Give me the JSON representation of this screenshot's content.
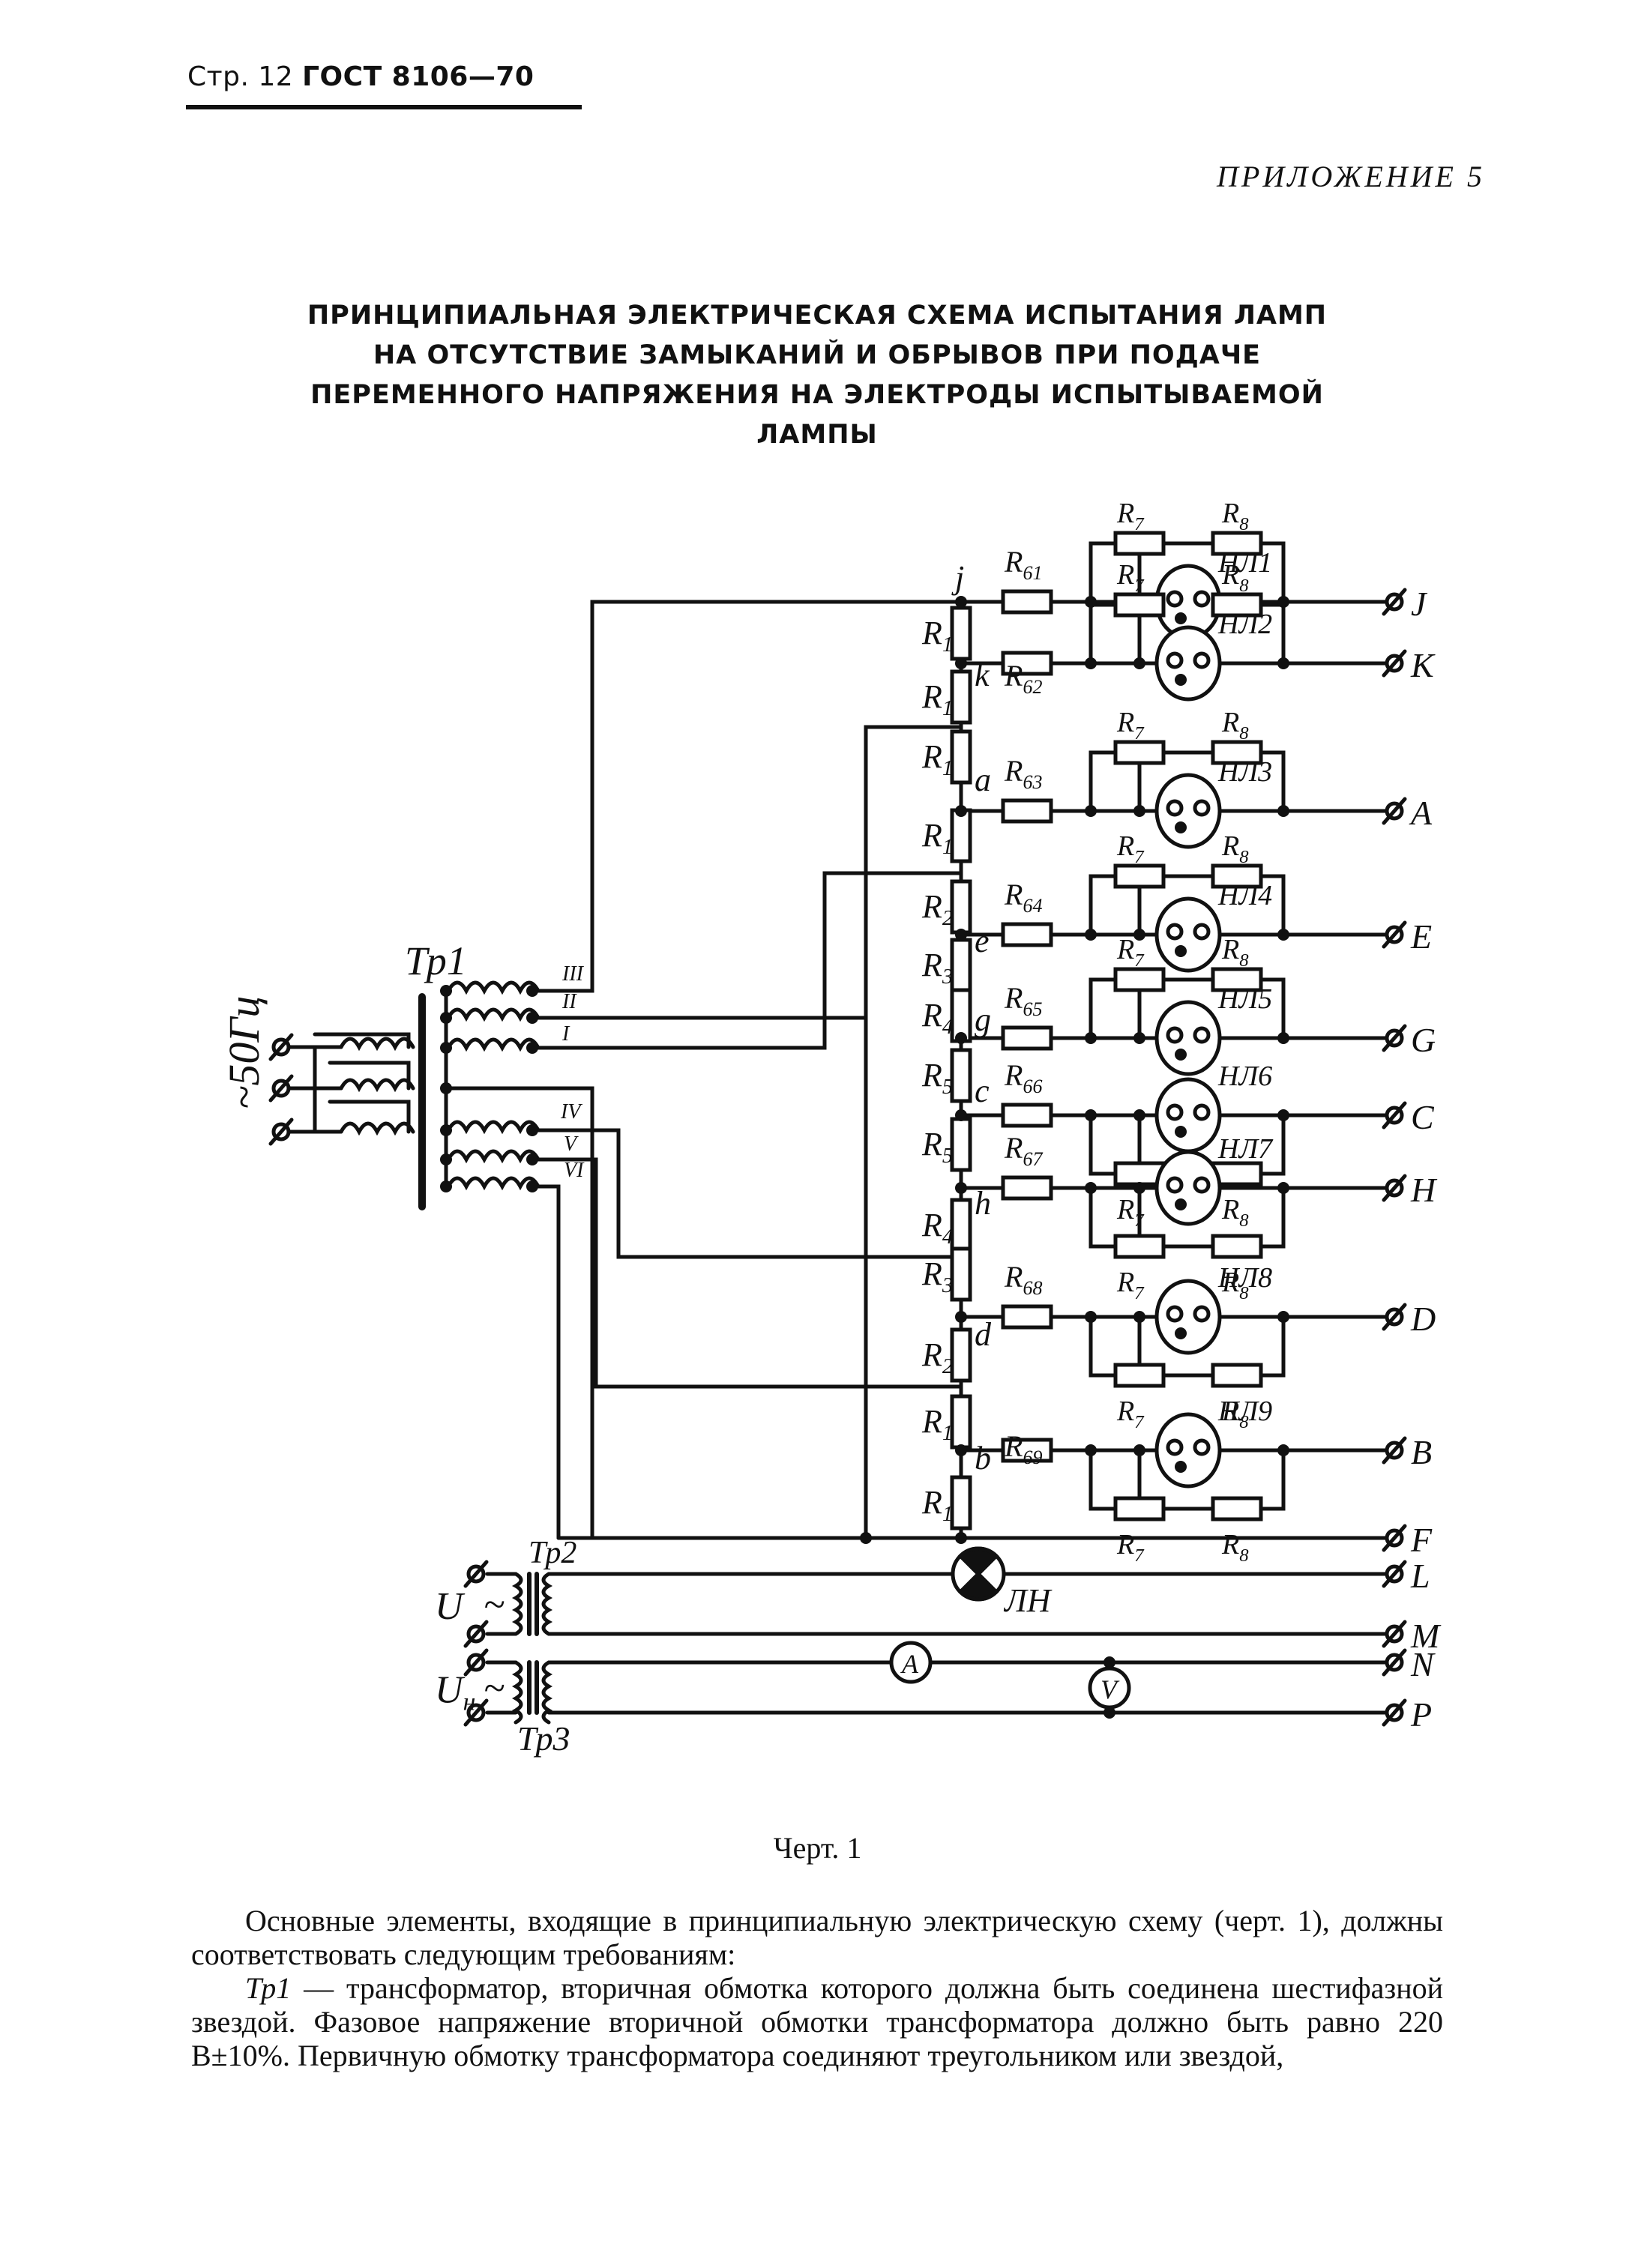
{
  "header": {
    "page_label": "Стр. 12",
    "standard": "ГОСТ 8106—70"
  },
  "appendix": "ПРИЛОЖЕНИЕ 5",
  "title_lines": [
    "ПРИНЦИПИАЛЬНАЯ ЭЛЕКТРИЧЕСКАЯ СХЕМА ИСПЫТАНИЯ ЛАМП",
    "НА ОТСУТСТВИЕ ЗАМЫКАНИЙ И ОБРЫВОВ ПРИ ПОДАЧЕ",
    "ПЕРЕМЕННОГО НАПРЯЖЕНИЯ НА ЭЛЕКТРОДЫ ИСПЫТЫВАЕМОЙ",
    "ЛАМПЫ"
  ],
  "diagram": {
    "supply_label": "~50Гц",
    "tr1": "Тр1",
    "tr2": "Тр2",
    "tr3": "Тр3",
    "u": "U",
    "un": "Uн",
    "tilde": "~",
    "windings": [
      "III",
      "II",
      "I",
      "IV",
      "V",
      "VI"
    ],
    "nodes": [
      "j",
      "k",
      "a",
      "e",
      "g",
      "c",
      "h",
      "d",
      "b"
    ],
    "divider": [
      "R1",
      "R1",
      "R1",
      "R1",
      "R2",
      "R3",
      "R4",
      "R5",
      "R5",
      "R4",
      "R3",
      "R2",
      "R1",
      "R1"
    ],
    "series_r": [
      "R61",
      "R62",
      "R63",
      "R64",
      "R65",
      "R66",
      "R67",
      "R68",
      "R69"
    ],
    "lamps": [
      "НЛ1",
      "НЛ2",
      "НЛ3",
      "НЛ4",
      "НЛ5",
      "НЛ6",
      "НЛ7",
      "НЛ8",
      "НЛ9"
    ],
    "r7": "R7",
    "r8": "R8",
    "terminals": [
      "J",
      "K",
      "A",
      "E",
      "G",
      "C",
      "H",
      "D",
      "B",
      "F",
      "L",
      "M",
      "N",
      "P"
    ],
    "indicator_lamp": "ЛН",
    "ammeter": "A",
    "voltmeter": "V"
  },
  "caption": "Черт. 1",
  "paragraphs": {
    "p1": "Основные элементы, входящие в принципиальную электрическую схему (черт. 1), должны соответствовать следующим требованиям:",
    "p2_term": "Тр1",
    "p2": " — трансформатор, вторичная обмотка которого должна быть соединена шестифазной звездой. Фазовое напряжение вторичной обмотки трансформатора должно быть равно 220 В±10%. Первичную обмотку трансформатора соединяют треугольником или звездой,"
  }
}
